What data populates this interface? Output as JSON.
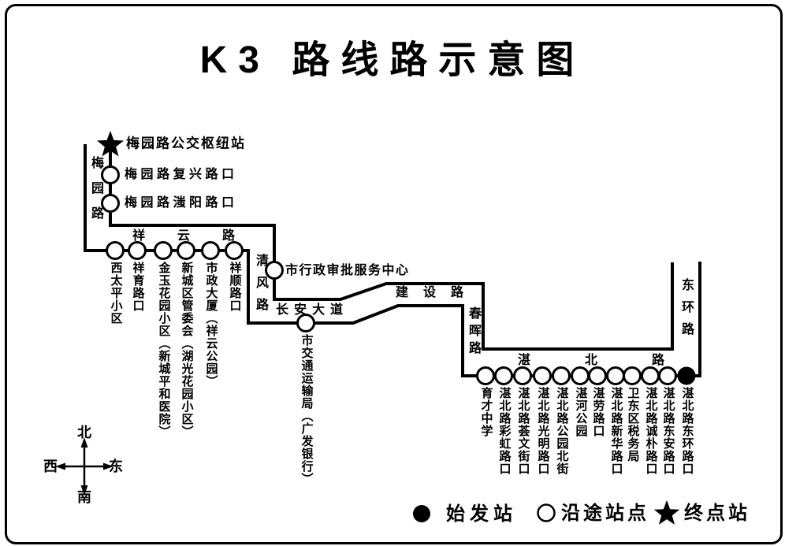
{
  "title": "K3 路线路示意图",
  "roads": {
    "meiyuan": "梅园路",
    "xiangyun": "祥云路",
    "qingfeng": "清风路",
    "changan": "长安大道",
    "jianshe": "建设路",
    "chunhui": "春晖路",
    "zhanbei": "湛北路",
    "donghuan": "东环路"
  },
  "stations": {
    "terminal": "梅园路公交枢纽站",
    "meiyuan": [
      "梅园路复兴路口",
      "梅园路滍阳路口"
    ],
    "xiangyun": [
      "西太平小区",
      "祥育路口",
      "金玉花园小区（新城平和医院）",
      "新城区管委会（湖光花园小区）",
      "市政大厦（祥云公园）",
      "祥顺路口"
    ],
    "qingfeng": "市行政审批服务中心",
    "changan": "市交通运输局（广发银行）",
    "zhanbei": [
      "育才中学",
      "湛北路彩虹路口",
      "湛北路荟文街口",
      "湛北路光明路口",
      "湛北路公园北街",
      "湛河公园",
      "湛劳路口",
      "湛北路新华路口",
      "卫东区税务局",
      "湛北路诚朴路口",
      "湛北路东安路口",
      "湛北路东环路口"
    ]
  },
  "legend": {
    "origin_label": "始发站",
    "enroute_label": "沿途站点",
    "terminal_label": "终点站"
  },
  "compass": {
    "north": "北",
    "south": "南",
    "west": "西",
    "east": "东"
  },
  "colors": {
    "line": "#000000",
    "background": "#ffffff"
  }
}
